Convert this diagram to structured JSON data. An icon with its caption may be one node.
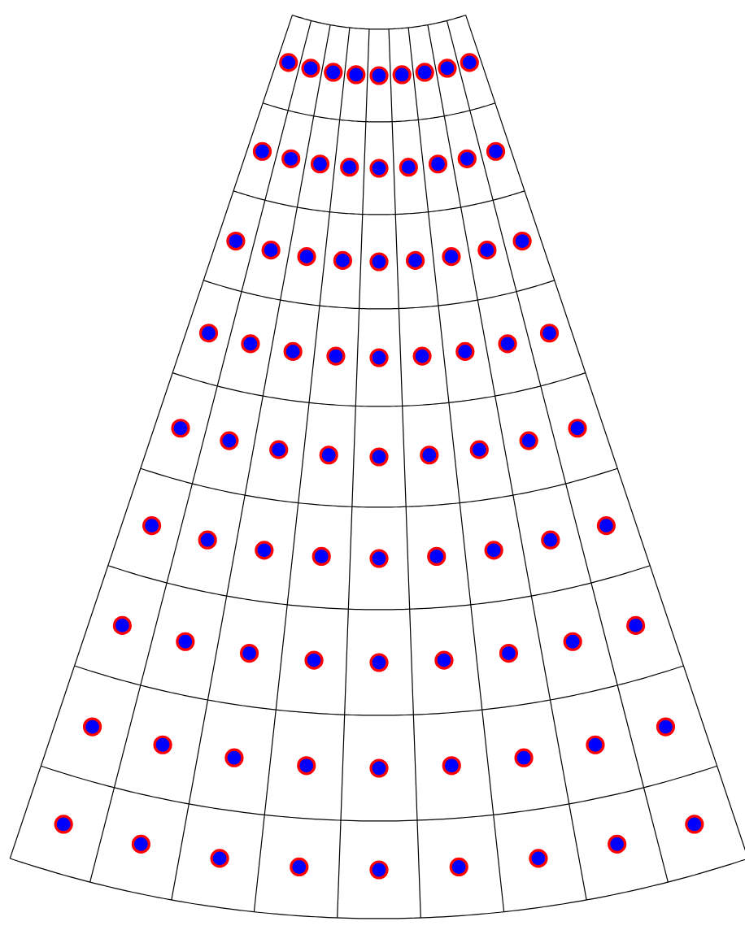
{
  "diagram": {
    "nodes": [
      {
        "text": [],
        "shape": "circle"
      },
      {
        "text": [],
        "shape": "circle"
      },
      {
        "text": [],
        "shape": "circle"
      },
      {
        "text": [],
        "shape": "circle"
      },
      {
        "text": [],
        "shape": "circle"
      },
      {
        "text": [],
        "shape": "circle"
      },
      {
        "text": [],
        "shape": "circle"
      },
      {
        "text": [],
        "shape": "circle"
      },
      {
        "text": [],
        "shape": "circle"
      },
      {
        "text": [],
        "shape": "circle"
      },
      {
        "text": [],
        "shape": "circle"
      },
      {
        "text": [],
        "shape": "circle"
      },
      {
        "text": [],
        "shape": "circle"
      },
      {
        "text": [],
        "shape": "circle"
      },
      {
        "text": [],
        "shape": "circle"
      },
      {
        "text": [],
        "shape": "circle"
      },
      {
        "text": [],
        "shape": "circle"
      },
      {
        "text": [],
        "shape": "circle"
      },
      {
        "text": [],
        "shape": "circle"
      },
      {
        "text": [],
        "shape": "circle"
      },
      {
        "text": [],
        "shape": "circle"
      },
      {
        "text": [],
        "shape": "circle"
      },
      {
        "text": [],
        "shape": "circle"
      },
      {
        "text": [],
        "shape": "circle"
      },
      {
        "text": [],
        "shape": "circle"
      },
      {
        "text": [],
        "shape": "circle"
      },
      {
        "text": [],
        "shape": "circle"
      },
      {
        "text": [],
        "shape": "circle"
      },
      {
        "text": [],
        "shape": "circle"
      },
      {
        "text": [],
        "shape": "circle"
      },
      {
        "text": [],
        "shape": "circle"
      },
      {
        "text": [],
        "shape": "circle"
      },
      {
        "text": [],
        "shape": "circle"
      },
      {
        "text": [],
        "shape": "circle"
      },
      {
        "text": [],
        "shape": "circle"
      },
      {
        "text": [],
        "shape": "circle"
      },
      {
        "text": [],
        "shape": "circle"
      },
      {
        "text": [],
        "shape": "circle"
      },
      {
        "text": [],
        "shape": "circle"
      },
      {
        "text": [],
        "shape": "circle"
      },
      {
        "text": [],
        "shape": "circle"
      },
      {
        "text": [],
        "shape": "circle"
      },
      {
        "text": [],
        "shape": "circle"
      },
      {
        "text": [],
        "shape": "circle"
      },
      {
        "text": [],
        "shape": "circle"
      },
      {
        "text": [],
        "shape": "circle"
      },
      {
        "text": [],
        "shape": "circle"
      },
      {
        "text": [],
        "shape": "circle"
      },
      {
        "text": [],
        "shape": "circle"
      },
      {
        "text": [],
        "shape": "circle"
      },
      {
        "text": [],
        "shape": "circle"
      },
      {
        "text": [],
        "shape": "circle"
      },
      {
        "text": [],
        "shape": "circle"
      },
      {
        "text": [],
        "shape": "circle"
      },
      {
        "text": [],
        "shape": "circle"
      },
      {
        "text": [],
        "shape": "circle"
      },
      {
        "text": [],
        "shape": "circle"
      },
      {
        "text": [],
        "shape": "circle"
      },
      {
        "text": [],
        "shape": "circle"
      },
      {
        "text": [],
        "shape": "circle"
      },
      {
        "text": [],
        "shape": "circle"
      },
      {
        "text": [],
        "shape": "circle"
      },
      {
        "text": [],
        "shape": "circle"
      },
      {
        "text": [],
        "shape": "circle"
      },
      {
        "text": [],
        "shape": "circle"
      },
      {
        "text": [],
        "shape": "circle"
      },
      {
        "text": [],
        "shape": "circle"
      },
      {
        "text": [],
        "shape": "circle"
      },
      {
        "text": [],
        "shape": "circle"
      },
      {
        "text": [],
        "shape": "circle"
      },
      {
        "text": [],
        "shape": "circle"
      },
      {
        "text": [],
        "shape": "circle"
      },
      {
        "text": [],
        "shape": "circle"
      },
      {
        "text": [],
        "shape": "circle"
      },
      {
        "text": [],
        "shape": "circle"
      },
      {
        "text": [],
        "shape": "circle"
      },
      {
        "text": [],
        "shape": "circle"
      },
      {
        "text": [],
        "shape": "circle"
      },
      {
        "text": [],
        "shape": "circle"
      },
      {
        "text": [],
        "shape": "circle"
      },
      {
        "text": [],
        "shape": "circle"
      }
    ]
  }
}
